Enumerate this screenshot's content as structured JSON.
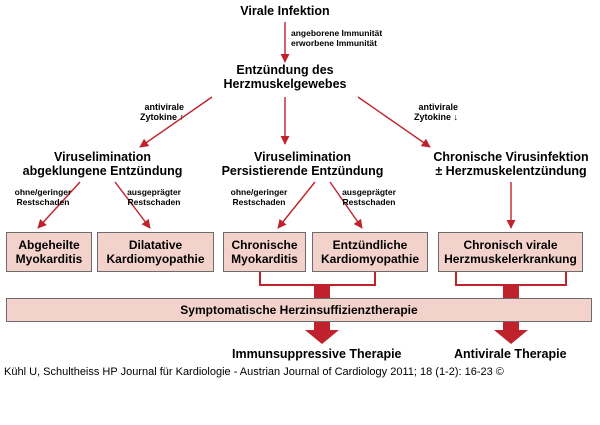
{
  "colors": {
    "arrow": "#c0222b",
    "box_fill": "#f4d2cc",
    "box_border": "#6d6d6d"
  },
  "diagram": {
    "top": "Virale Infektion",
    "immunity": [
      "angeborene Immunität",
      "erworbene Immunität"
    ],
    "inflammation": [
      "Entzündung des",
      "Herzmuskelgewebes"
    ],
    "cytokine_up": [
      "antivirale",
      "Zytokine ↑"
    ],
    "cytokine_down": [
      "antivirale",
      "Zytokine ↓"
    ],
    "branch_left": [
      "Viruselimination",
      "abgeklungene Entzündung"
    ],
    "branch_mid": [
      "Viruselimination",
      "Persistierende Entzündung"
    ],
    "branch_right": [
      "Chronische Virusinfektion",
      "± Herzmuskelentzündung"
    ],
    "note_low": [
      "ohne/geringer",
      "Restschaden"
    ],
    "note_high": [
      "ausgeprägter",
      "Restschaden"
    ],
    "boxes": [
      [
        "Abgeheilte",
        "Myokarditis"
      ],
      [
        "Dilatative",
        "Kardiomyopathie"
      ],
      [
        "Chronische",
        "Myokarditis"
      ],
      [
        "Entzündliche",
        "Kardiomyopathie"
      ],
      [
        "Chronisch virale",
        "Herzmuskelerkrankung"
      ]
    ],
    "therapy_bar": "Symptomatische Herzinsuffizienztherapie",
    "therapy_immuno": "Immunsuppressive Therapie",
    "therapy_antiviral": "Antivirale Therapie",
    "citation": "Kühl U, Schultheiss HP Journal für Kardiologie - Austrian Journal of Cardiology 2011; 18 (1-2): 16-23 ©"
  }
}
